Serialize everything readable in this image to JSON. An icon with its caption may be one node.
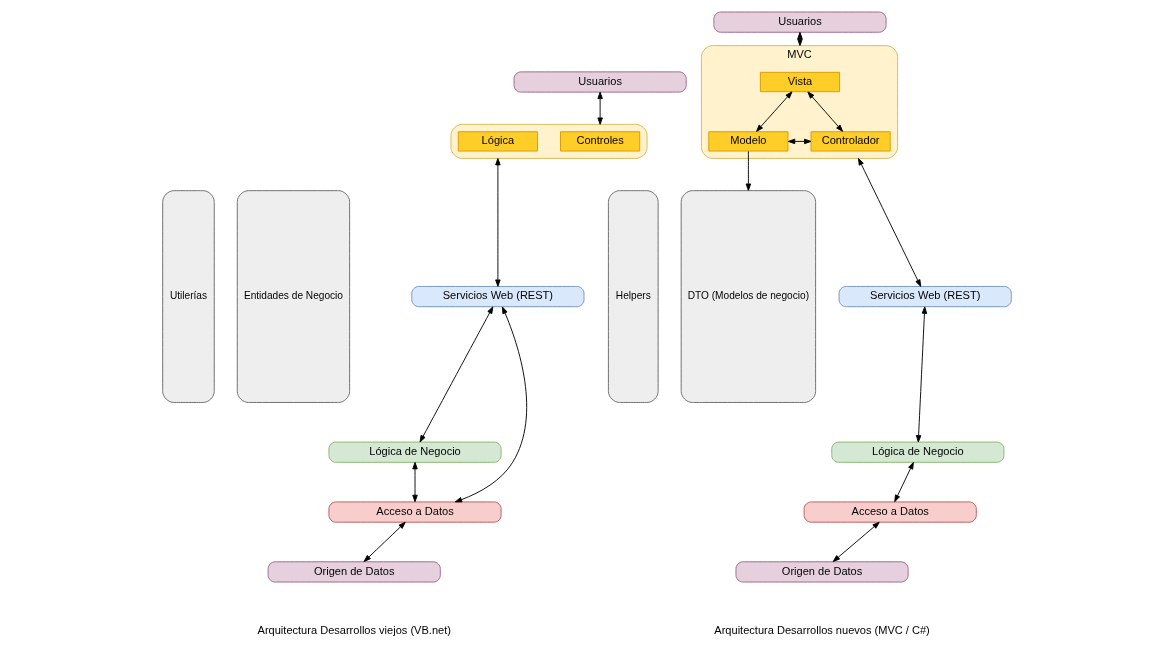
{
  "diagram": {
    "nodes": [
      {
        "text": [
          "Usuarios"
        ]
      },
      {
        "text": [],
        "shape": "box"
      },
      {
        "text": [
          "Controles"
        ],
        "in": 1
      },
      {
        "text": [
          "Lógica"
        ],
        "in": 1
      },
      {
        "text": [
          "Servicios Web (REST)"
        ]
      },
      {
        "text": [
          "Lógica de Negocio"
        ]
      },
      {
        "text": [
          "Acceso a Datos"
        ]
      },
      {
        "text": [
          "Origen de Datos"
        ]
      },
      {
        "text": [
          "Utilerías"
        ]
      },
      {
        "text": [
          "Entidades de Negocio"
        ]
      },
      {
        "text": [
          "Usuarios"
        ]
      },
      {
        "text": [
          "MVC"
        ]
      },
      {
        "text": [
          "Vista"
        ],
        "in": 11
      },
      {
        "text": [
          "Modelo"
        ],
        "in": 11
      },
      {
        "text": [
          "Controlador"
        ],
        "in": 11
      },
      {
        "text": [
          "Servicios Web (REST)"
        ]
      },
      {
        "text": [
          "Lógica de Negocio"
        ]
      },
      {
        "text": [
          "Acceso a Datos"
        ]
      },
      {
        "text": [
          "Origen de Datos"
        ]
      },
      {
        "text": [
          "Helpers"
        ]
      },
      {
        "text": [
          "DTO (Modelos de negocio)"
        ]
      }
    ],
    "edges": [
      {
        "from": 0,
        "to": 1,
        "arrow": "both"
      },
      {
        "from": 1,
        "to": 4,
        "arrow": "both"
      },
      {
        "from": 4,
        "to": 5,
        "arrow": "both"
      },
      {
        "from": 4,
        "to": 6,
        "arrow": "both"
      },
      {
        "from": 5,
        "to": 6,
        "arrow": "both"
      },
      {
        "from": 6,
        "to": 7,
        "arrow": "both"
      },
      {
        "from": 10,
        "to": 11,
        "arrow": "both"
      },
      {
        "from": 12,
        "to": 13,
        "arrow": "both"
      },
      {
        "from": 12,
        "to": 14,
        "arrow": "both"
      },
      {
        "from": 13,
        "to": 14,
        "arrow": "both"
      },
      {
        "from": 13,
        "to": 20,
        "arrow": "to"
      },
      {
        "from": 11,
        "to": 15,
        "arrow": "both"
      },
      {
        "from": 15,
        "to": 16,
        "arrow": "both"
      },
      {
        "from": 16,
        "to": 17,
        "arrow": "both"
      },
      {
        "from": 17,
        "to": 18,
        "arrow": "both"
      }
    ],
    "labels": [
      "Arquitectura Desarrollos viejos (VB.net)",
      "Arquitectura Desarrollos nuevos (MVC / C#)"
    ]
  }
}
